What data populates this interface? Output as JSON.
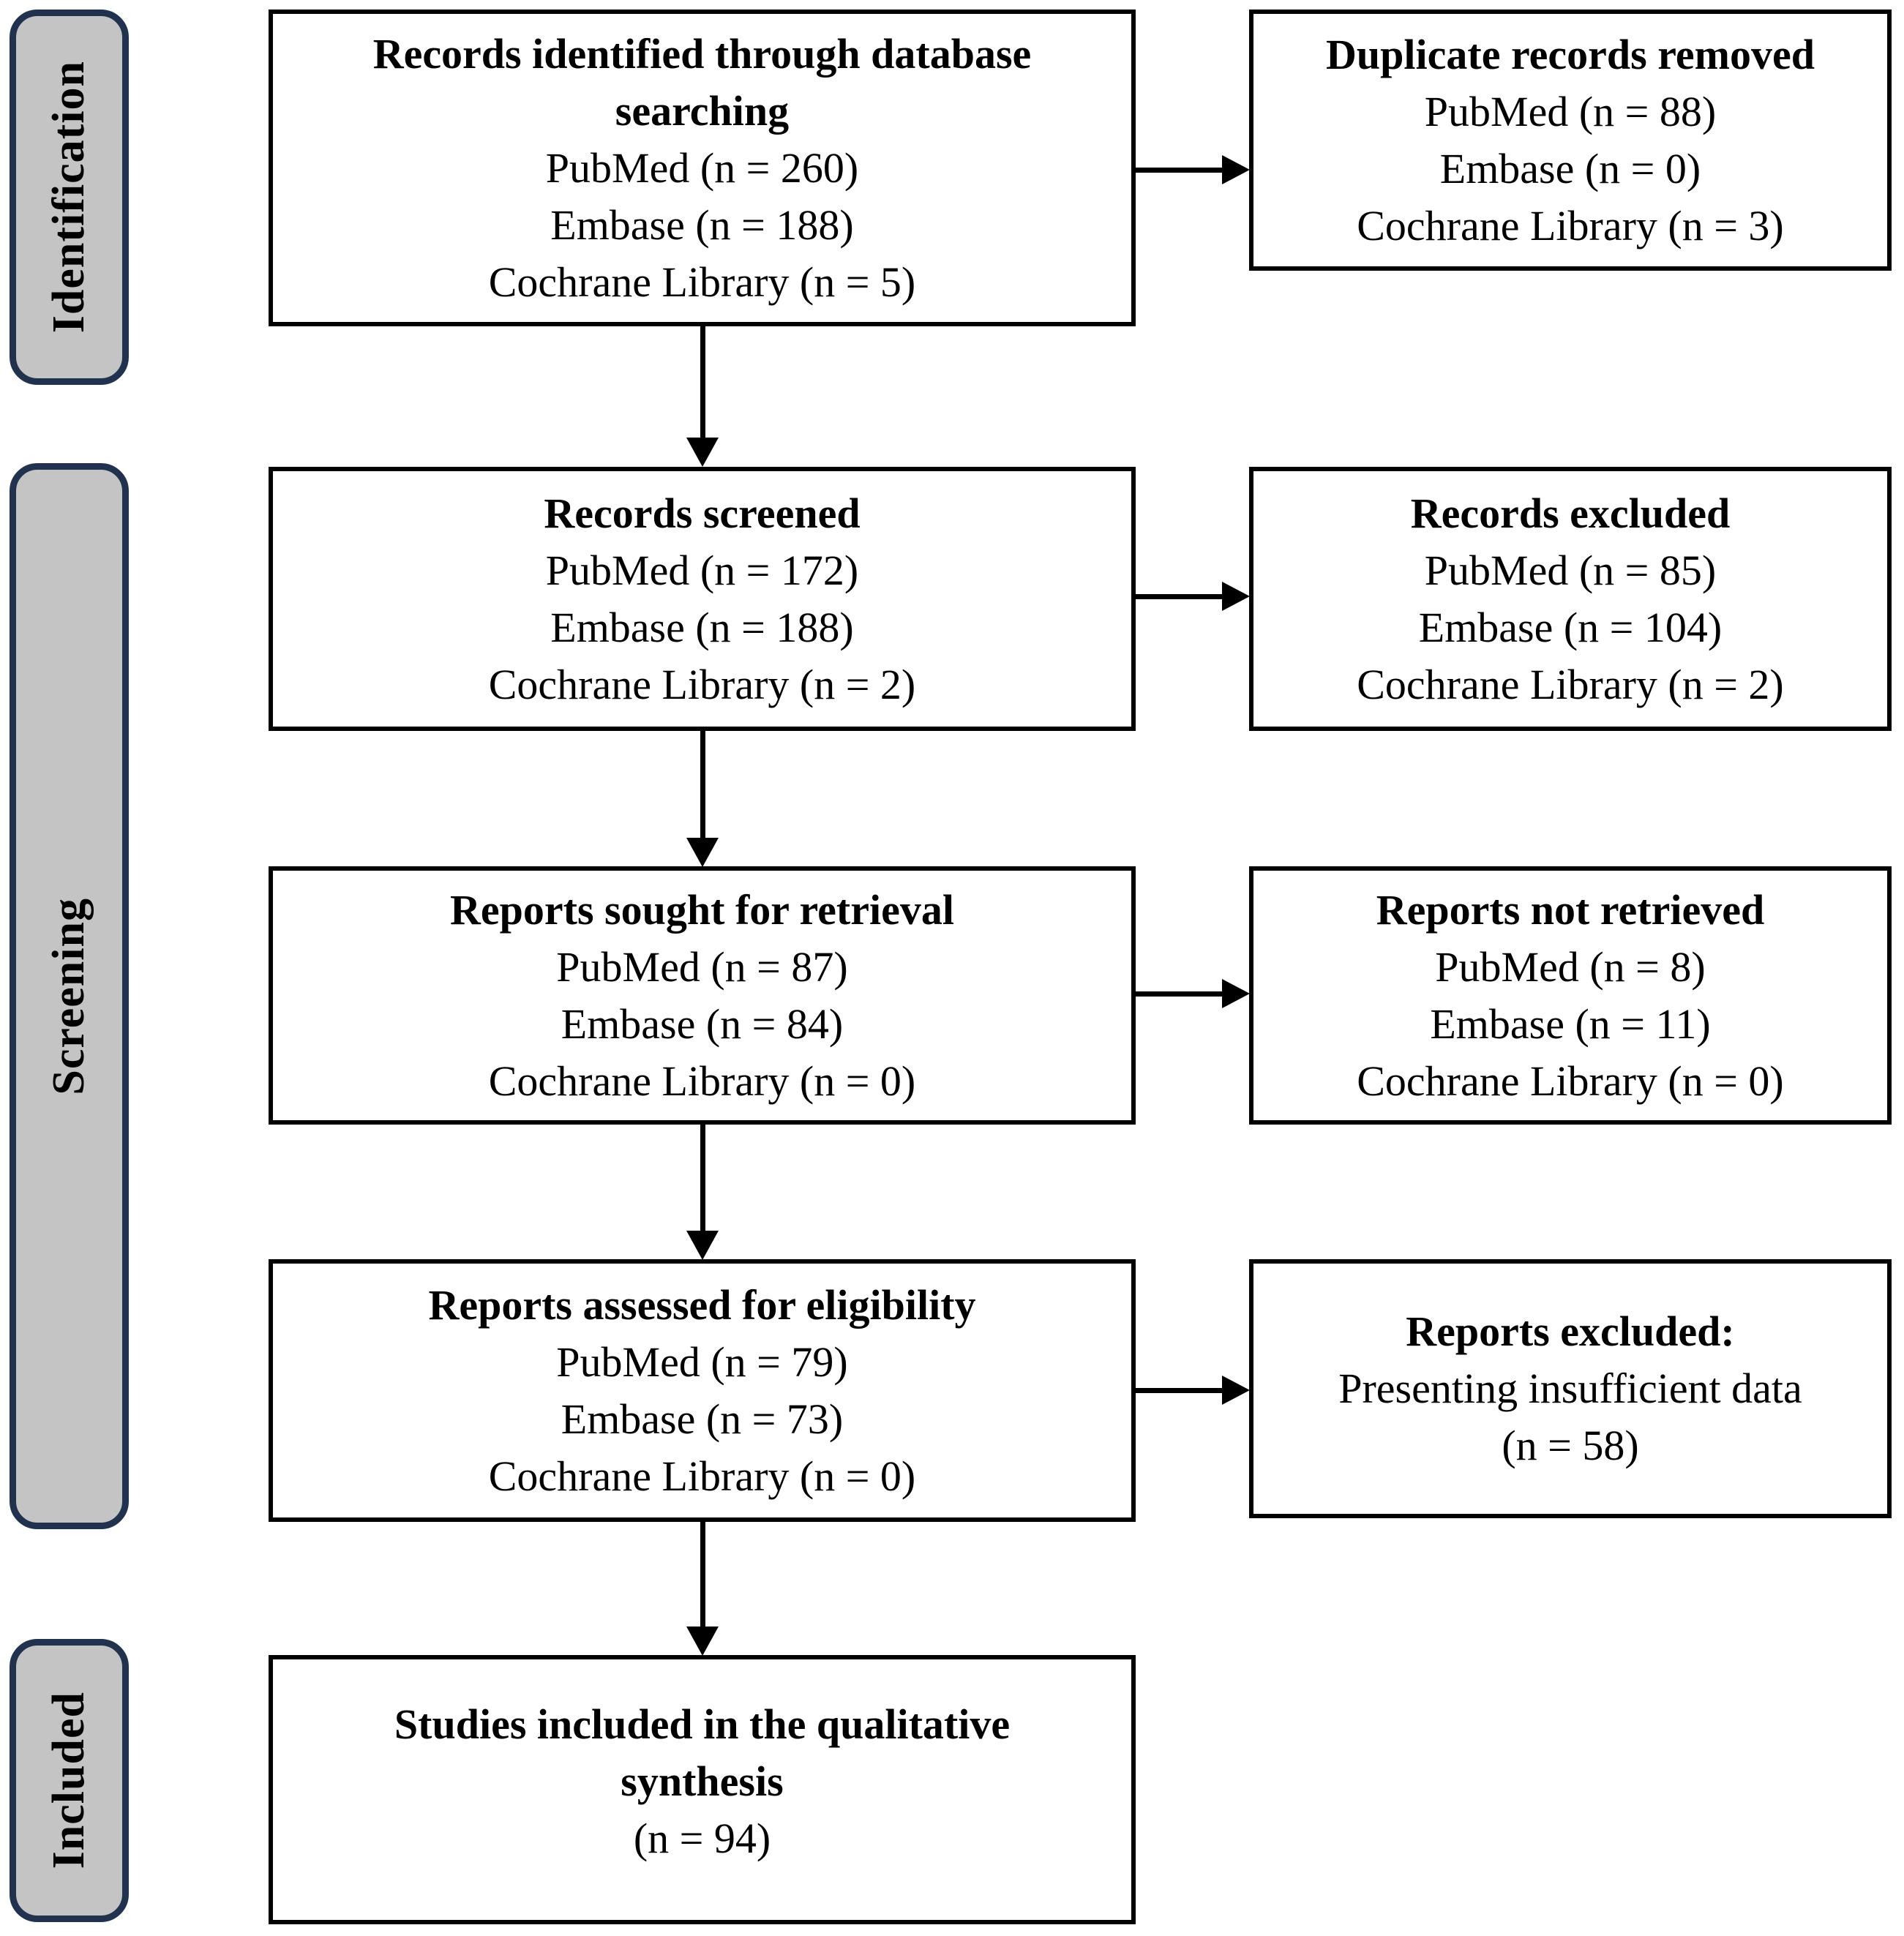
{
  "diagram": {
    "kind": "PRISMA flow diagram",
    "colors": {
      "background": "#ffffff",
      "box_border": "#000000",
      "stage_fill": "#c4c4c4",
      "stage_border": "#21324f",
      "text": "#000000"
    },
    "stages": [
      {
        "label": "Identification"
      },
      {
        "label": "Screening"
      },
      {
        "label": "Included"
      }
    ],
    "main_flow": [
      {
        "title": "Records identified through database\nsearching",
        "lines": [
          "PubMed (n = 260)",
          "Embase (n = 188)",
          "Cochrane Library (n = 5)"
        ]
      },
      {
        "title": "Records screened",
        "lines": [
          "PubMed (n = 172)",
          "Embase (n = 188)",
          "Cochrane Library (n = 2)"
        ]
      },
      {
        "title": "Reports sought for retrieval",
        "lines": [
          "PubMed (n = 87)",
          "Embase (n = 84)",
          "Cochrane Library (n = 0)"
        ]
      },
      {
        "title": "Reports assessed for eligibility",
        "lines": [
          "PubMed (n = 79)",
          "Embase (n = 73)",
          "Cochrane Library (n = 0)"
        ]
      },
      {
        "title": "Studies included in the qualitative\nsynthesis",
        "lines": [
          "(n = 94)"
        ]
      }
    ],
    "side_flow": [
      {
        "title": "Duplicate records removed",
        "lines": [
          "PubMed (n = 88)",
          "Embase (n = 0)",
          "Cochrane Library (n = 3)"
        ]
      },
      {
        "title": "Records excluded",
        "lines": [
          "PubMed (n = 85)",
          "Embase (n = 104)",
          "Cochrane Library (n = 2)"
        ]
      },
      {
        "title": "Reports not retrieved",
        "lines": [
          "PubMed (n = 8)",
          "Embase (n = 11)",
          "Cochrane Library (n = 0)"
        ]
      },
      {
        "title": "Reports excluded:",
        "lines": [
          "Presenting insufficient data",
          "(n = 58)"
        ]
      }
    ]
  }
}
